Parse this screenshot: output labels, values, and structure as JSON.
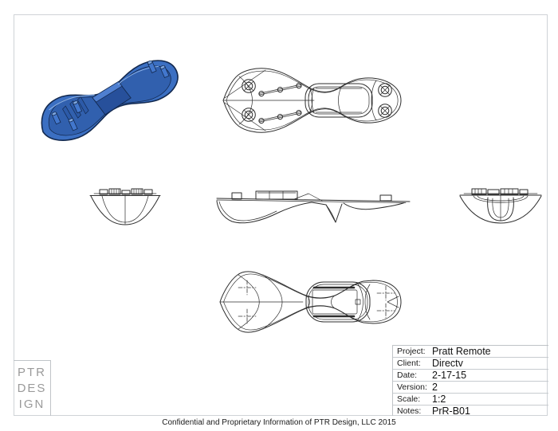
{
  "logo": {
    "lines": [
      "PTR",
      "DES",
      "IGN"
    ]
  },
  "title_block": {
    "rows": [
      {
        "label": "Project:",
        "value": "Pratt Remote"
      },
      {
        "label": "Client:",
        "value": "Directv"
      },
      {
        "label": "Date:",
        "value": "2-17-15"
      },
      {
        "label": "Version:",
        "value": "2"
      },
      {
        "label": "Scale:",
        "value": "1:2"
      },
      {
        "label": "Notes:",
        "value": "PrR-B01"
      }
    ]
  },
  "footer": {
    "text": "Confidential and Proprietary Information of PTR Design, LLC 2015"
  },
  "colors": {
    "render_blue": "#3b6fc2",
    "render_blue_dark": "#13294f",
    "render_blue_light": "#7ea6de",
    "line_art": "#2d2d2d",
    "border_gray": "#cfd3d7",
    "logo_gray": "#9a9a9a"
  }
}
